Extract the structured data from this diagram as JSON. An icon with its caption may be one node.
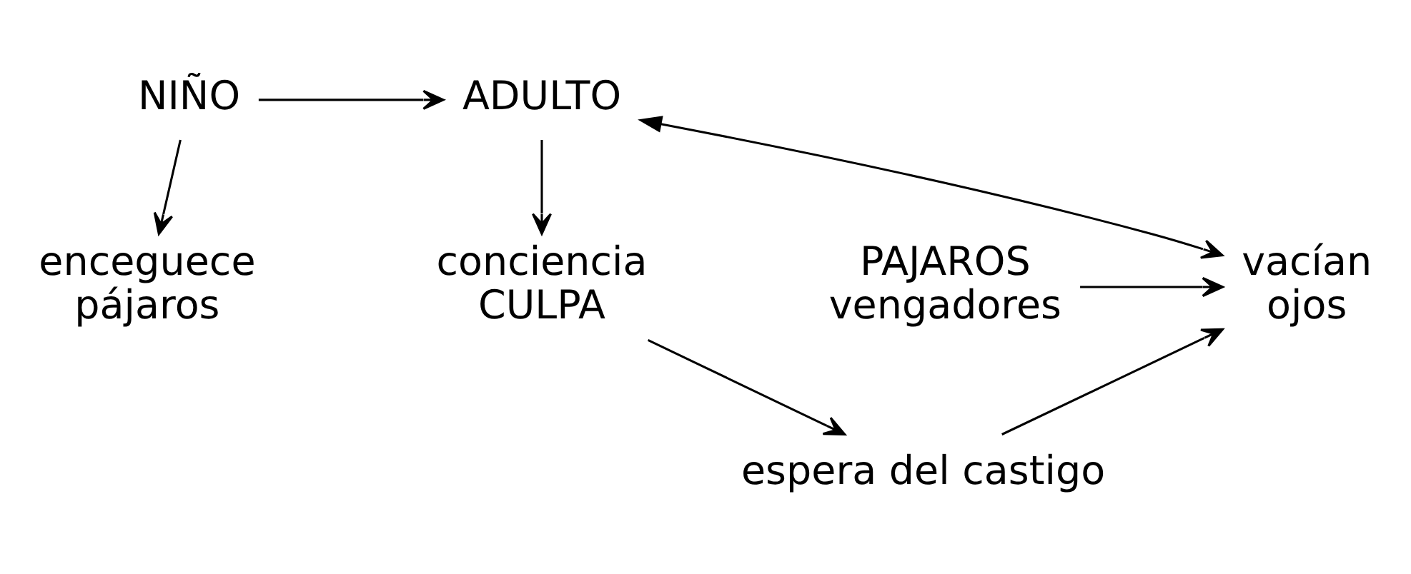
{
  "diagram": {
    "nodes": [
      {
        "text": [
          "NIÑO"
        ]
      },
      {
        "text": [
          "ADULTO"
        ]
      },
      {
        "text": [
          "enceguece pájaros"
        ]
      },
      {
        "text": [
          "conciencia CULPA"
        ]
      },
      {
        "text": [
          "vacían ojos"
        ]
      },
      {
        "text": [
          "PAJAROS vengadores"
        ]
      },
      {
        "text": [
          "espera del castigo"
        ]
      }
    ],
    "edges": [
      {
        "from": 0,
        "to": 1,
        "arrow": "to"
      },
      {
        "from": 0,
        "to": 2,
        "arrow": "to"
      },
      {
        "from": 1,
        "to": 3,
        "arrow": "to"
      },
      {
        "from": 1,
        "to": 4,
        "arrow": "both"
      },
      {
        "from": 5,
        "to": 4,
        "arrow": "to"
      },
      {
        "from": 3,
        "to": 6,
        "arrow": "to"
      },
      {
        "from": 6,
        "to": 4,
        "arrow": "to"
      }
    ]
  }
}
